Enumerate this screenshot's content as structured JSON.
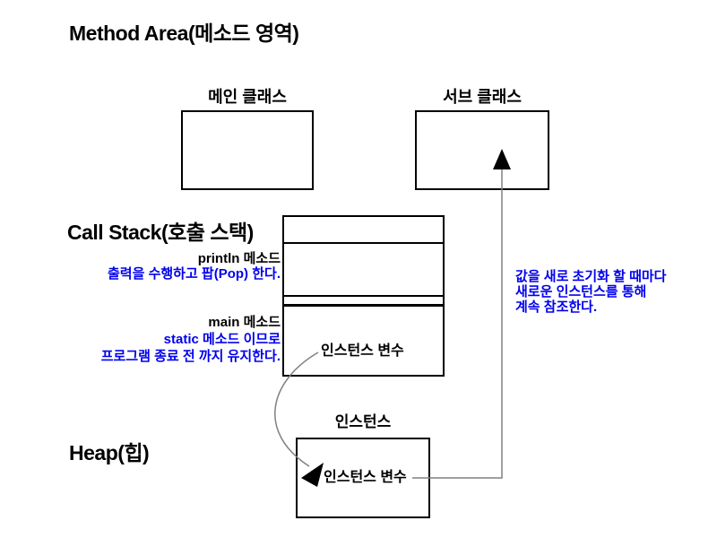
{
  "diagram": {
    "method_area": {
      "title": "Method Area(메소드 영역)",
      "main_class_label": "메인 클래스",
      "sub_class_label": "서브 클래스"
    },
    "call_stack": {
      "title": "Call Stack(호출 스택)",
      "println_method_label": "println 메소드",
      "println_note": "출력을 수행하고 팝(Pop) 한다.",
      "main_method_label": "main 메소드",
      "main_note_line1": "static 메소드 이므로",
      "main_note_line2": "프로그램 종료 전 까지 유지한다.",
      "instance_variable_label": "인스턴스 변수"
    },
    "heap": {
      "title": "Heap(힙)",
      "instance_label": "인스턴스",
      "instance_variable_label": "인스턴스 변수"
    },
    "annotations": {
      "reference_note_line1": "값을 새로 초기화 할 때마다",
      "reference_note_line2": "새로운 인스턴스를 통해",
      "reference_note_line3": "계속 참조한다."
    },
    "colors": {
      "note_blue": "#0000ee",
      "connector_gray": "#808080",
      "border_black": "#000000"
    }
  }
}
